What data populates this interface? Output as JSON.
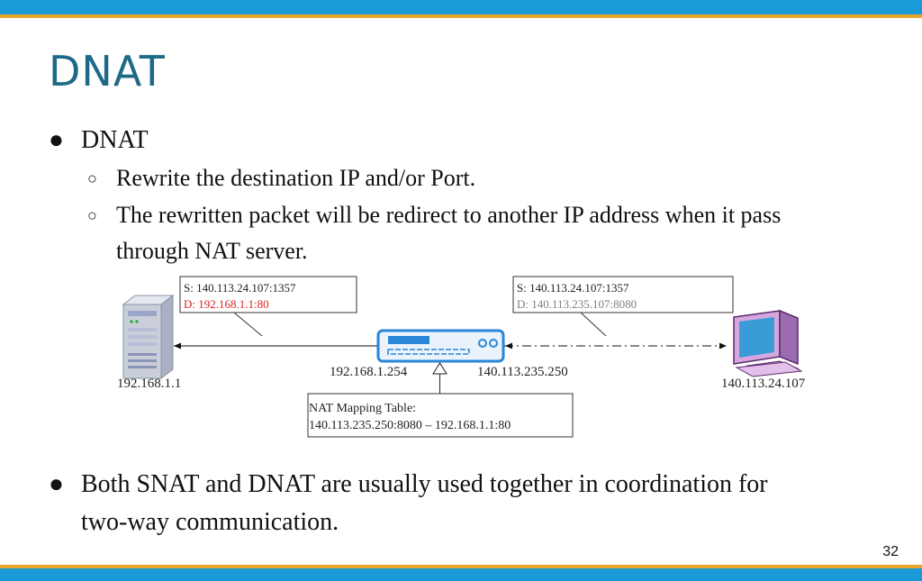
{
  "slide": {
    "title": "DNAT",
    "page_number": "32"
  },
  "bullets": {
    "main1": "DNAT",
    "sub1": "Rewrite the destination IP and/or Port.",
    "sub2_line1": "The rewritten packet will be redirect to another IP address when it pass",
    "sub2_line2": "through NAT server.",
    "main2_line1": "Both SNAT and DNAT are usually used together in coordination for",
    "main2_line2": "two-way communication."
  },
  "diagram": {
    "left_callout": {
      "source": "S: 140.113.24.107:1357",
      "destination": "D: 192.168.1.1:80",
      "destination_color": "#e02020"
    },
    "right_callout": {
      "source": "S: 140.113.24.107:1357",
      "destination": "D: 140.113.235.107:8080",
      "destination_color": "#808080"
    },
    "server_ip": "192.168.1.1",
    "nat_inner_ip": "192.168.1.254",
    "nat_outer_ip": "140.113.235.250",
    "client_ip": "140.113.24.107",
    "mapping_table": {
      "title": "NAT Mapping Table:",
      "entry": "140.113.235.250:8080 – 192.168.1.1:80"
    },
    "icons": {
      "server": "server-tower-icon",
      "nat": "router-icon",
      "client": "desktop-computer-icon"
    }
  }
}
